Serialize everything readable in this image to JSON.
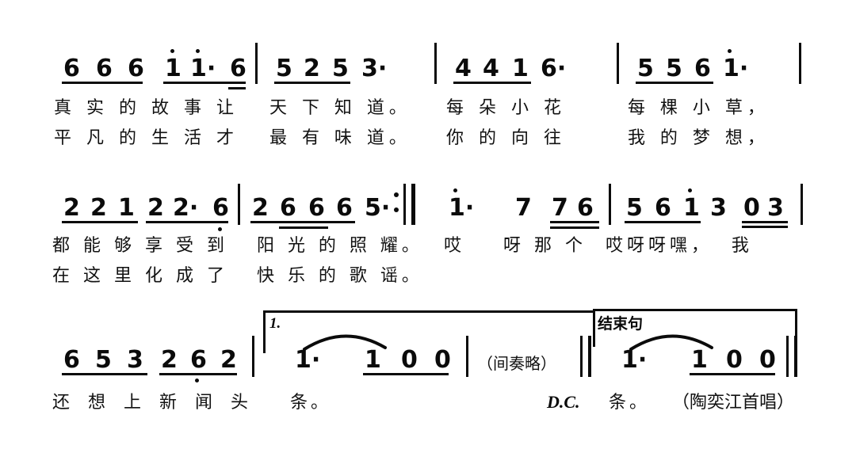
{
  "document": {
    "type": "jianpu-numbered-musical-notation",
    "language": "zh",
    "credit": "（陶奕江首唱）"
  },
  "systems": [
    {
      "id": "system-1",
      "measures": [
        {
          "notes": "6  6  6   1  1·  6",
          "beam": "under"
        },
        {
          "notes": "5  2  5  3·"
        },
        {
          "notes": "4  4  1  6·"
        },
        {
          "notes": "5  5  6  1·"
        }
      ],
      "lyrics_line1": [
        "真",
        "实",
        "的",
        "故",
        "事",
        "让",
        "天",
        "下",
        "知",
        "道",
        "。"
      ],
      "lyrics_line2": [
        "平",
        "凡",
        "的",
        "生",
        "活",
        "才",
        "最",
        "有",
        "味",
        "道",
        "。"
      ],
      "lyrics_line1_text": "真 实 的 故 事 让   天 下 知 道。",
      "lyrics_line2_text": "平 凡 的 生 活 才   最 有 味 道。",
      "lyrics_line1_part2": "每 朵 小 花      每 棵 小 草，",
      "lyrics_line2_part2": "你 的 向 往      我 的 梦 想，"
    },
    {
      "id": "system-2",
      "measures": [
        {
          "notes": "2  2  1   2  2·  6"
        },
        {
          "notes": "2  6  6  6  5·"
        },
        {
          "notes": "1·     7   7  6"
        },
        {
          "notes": "5  6  1  3   0  3"
        }
      ],
      "lyrics_line1_text": "都 能 够 享 受 到   阳 光 的 照 耀。",
      "lyrics_line2_text": "在 这 里 化 成 了   快 乐 的 歌 谣。",
      "lyrics_line1_part2": "哎    呀 那 个  哎呀呀嘿，  我"
    },
    {
      "id": "system-3",
      "measures": [
        {
          "notes": "6  5  3   2  6  2"
        },
        {
          "notes": "1·    1  0  0"
        },
        {
          "notes": "1·    1  0  0"
        }
      ],
      "lyrics_line1_text": "还 想 上 新 闻 头",
      "lyrics_ending1": "条。",
      "lyrics_ending2": "条。"
    }
  ],
  "notes": {
    "r1m1": [
      "6",
      "6",
      "6",
      "1",
      "1·",
      "6"
    ],
    "r1m2": [
      "5",
      "2",
      "5",
      "3·"
    ],
    "r1m3": [
      "4",
      "4",
      "1",
      "6·"
    ],
    "r1m4": [
      "5",
      "5",
      "6",
      "1·"
    ],
    "r2m1": [
      "2",
      "2",
      "1",
      "2",
      "2·",
      "6"
    ],
    "r2m2": [
      "2",
      "6",
      "6",
      "6",
      "5·"
    ],
    "r2m3": [
      "1·",
      "7",
      "7",
      "6"
    ],
    "r2m4": [
      "5",
      "6",
      "1",
      "3",
      "0",
      "3"
    ],
    "r3m1": [
      "6",
      "5",
      "3",
      "2",
      "6",
      "2"
    ],
    "r3m2": [
      "1·",
      "1",
      "0",
      "0"
    ],
    "r3m3": [
      "1·",
      "1",
      "0",
      "0"
    ]
  },
  "annotations": {
    "interlude": "（间奏略）",
    "dc": "D.C.",
    "ending1_number": "1.",
    "ending2_label": "结束句",
    "credit": "（陶奕江首唱）"
  },
  "colors": {
    "ink": "#0b0b0b",
    "paper": "#ffffff"
  }
}
